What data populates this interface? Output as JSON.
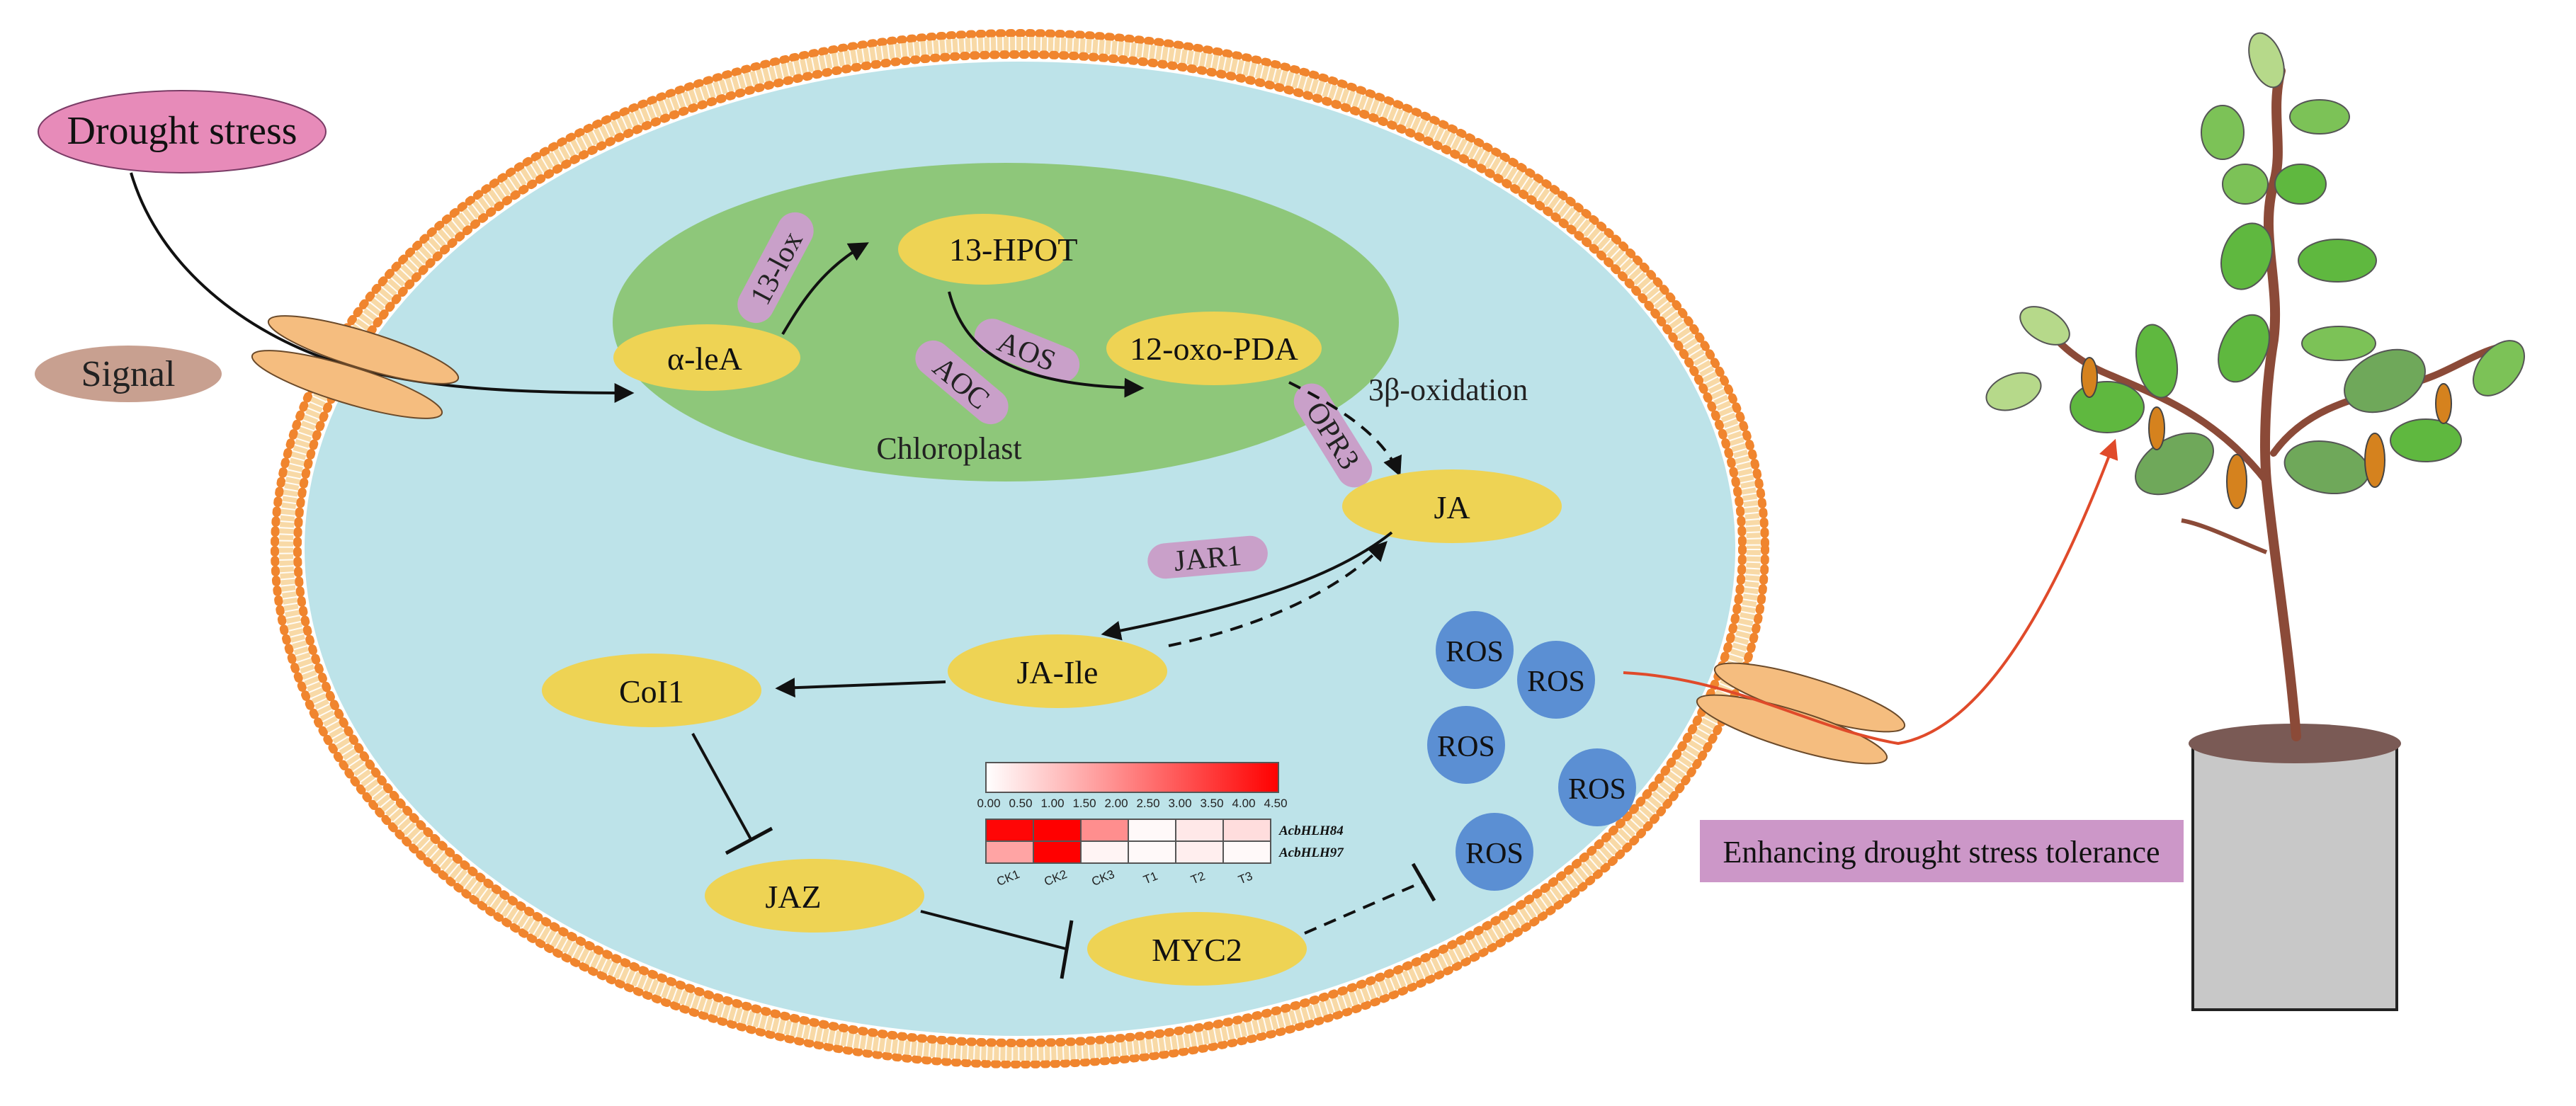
{
  "labels": {
    "drought_stress": "Drought stress",
    "signal": "Signal",
    "alpha_lea": "α-leA",
    "hpot": "13-HPOT",
    "oxo_pda": "12-oxo-PDA",
    "chloroplast": "Chloroplast",
    "beta_oxidation": "3β-oxidation",
    "ja": "JA",
    "ja_ile": "JA-Ile",
    "coi1": "CoI1",
    "jaz": "JAZ",
    "myc2": "MYC2",
    "enhancing": "Enhancing drought stress tolerance"
  },
  "enzymes": {
    "lox": "13-lox",
    "aos": "AOS",
    "aoc": "AOC",
    "opr3": "OPR3",
    "jar1": "JAR1"
  },
  "ros": [
    "ROS",
    "ROS",
    "ROS",
    "ROS",
    "ROS"
  ],
  "heatmap": {
    "scale_ticks": [
      "0.00",
      "0.50",
      "1.00",
      "1.50",
      "2.00",
      "2.50",
      "3.00",
      "3.50",
      "4.00",
      "4.50"
    ],
    "rows": [
      "AcbHLH84",
      "AcbHLH97"
    ],
    "columns": [
      "CK1",
      "CK2",
      "CK3",
      "T1",
      "T2",
      "T3"
    ],
    "values": [
      [
        4.4,
        4.5,
        2.0,
        0.1,
        0.4,
        0.6
      ],
      [
        1.6,
        4.5,
        0.2,
        0.1,
        0.3,
        0.1
      ]
    ],
    "scale_min": 0,
    "scale_max": 4.5
  },
  "colors": {
    "cell_fill": "#bde3e9",
    "membrane_dot": "#f0852e",
    "membrane_band": "#fce9b8",
    "chloroplast": "#8ec77a",
    "node": "#eed354",
    "enzyme": "#c9a0c9",
    "ros": "#5b8fd3",
    "drought_ellipse": "#e78bb9",
    "signal_ellipse": "#c8a090",
    "channel": "#f5bd7f",
    "enhancing_box": "#cc97c8",
    "pot": "#c8c8c8",
    "stem": "#8b4a38",
    "heat_high": "#ff0000",
    "heat_low": "#ffffff",
    "arrow_red": "#e04a2a"
  }
}
